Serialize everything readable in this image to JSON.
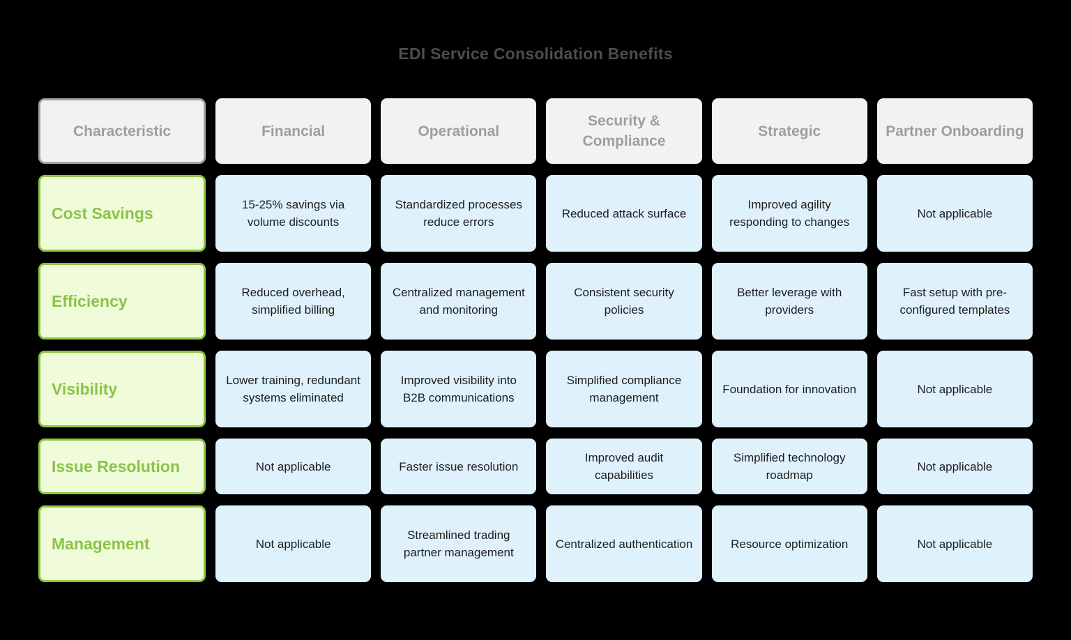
{
  "title": "EDI Service Consolidation Benefits",
  "chart_data": {
    "type": "table",
    "title": "EDI Service Consolidation Benefits",
    "columns": [
      "Characteristic",
      "Financial",
      "Operational",
      "Security & Compliance",
      "Strategic",
      "Partner Onboarding"
    ],
    "rows": [
      {
        "label": "Cost Savings",
        "cells": [
          "15-25% savings via volume discounts",
          "Standardized processes reduce errors",
          "Reduced attack surface",
          "Improved agility responding to changes",
          "Not applicable"
        ]
      },
      {
        "label": "Efficiency",
        "cells": [
          "Reduced overhead, simplified billing",
          "Centralized management and monitoring",
          "Consistent security policies",
          "Better leverage with providers",
          "Fast setup with pre-configured templates"
        ]
      },
      {
        "label": "Visibility",
        "cells": [
          "Lower training, redundant systems eliminated",
          "Improved visibility into B2B communications",
          "Simplified compliance management",
          "Foundation for innovation",
          "Not applicable"
        ]
      },
      {
        "label": "Issue Resolution",
        "cells": [
          "Not applicable",
          "Faster issue resolution",
          "Improved audit capabilities",
          "Simplified technology roadmap",
          "Not applicable"
        ]
      },
      {
        "label": "Management",
        "cells": [
          "Not applicable",
          "Streamlined trading partner management",
          "Centralized authentication",
          "Resource optimization",
          "Not applicable"
        ]
      }
    ]
  },
  "colors": {
    "background": "#000000",
    "title_text": "#4d4d4d",
    "header_fill": "#f2f2f2",
    "header_text": "#9e9e9e",
    "header_border": "#a3a3a3",
    "row_label_fill": "#f0fbd9",
    "row_label_border": "#8cc63f",
    "row_label_text": "#8bc34a",
    "cell_fill": "#dff2fb",
    "cell_text": "#1d1d1d"
  }
}
